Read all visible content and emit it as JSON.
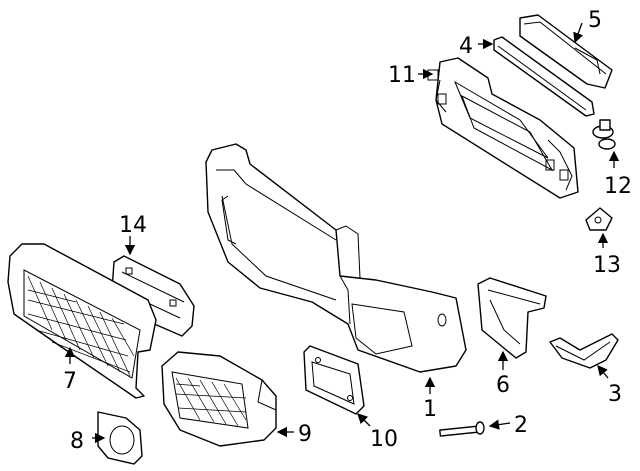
{
  "diagram": {
    "background": "#ffffff",
    "line_color": "#000000",
    "callouts": [
      {
        "id": "1",
        "label": "1"
      },
      {
        "id": "2",
        "label": "2"
      },
      {
        "id": "3",
        "label": "3"
      },
      {
        "id": "4",
        "label": "4"
      },
      {
        "id": "5",
        "label": "5"
      },
      {
        "id": "6",
        "label": "6"
      },
      {
        "id": "7",
        "label": "7"
      },
      {
        "id": "8",
        "label": "8"
      },
      {
        "id": "9",
        "label": "9"
      },
      {
        "id": "10",
        "label": "10"
      },
      {
        "id": "11",
        "label": "11"
      },
      {
        "id": "12",
        "label": "12"
      },
      {
        "id": "13",
        "label": "13"
      },
      {
        "id": "14",
        "label": "14"
      }
    ]
  }
}
